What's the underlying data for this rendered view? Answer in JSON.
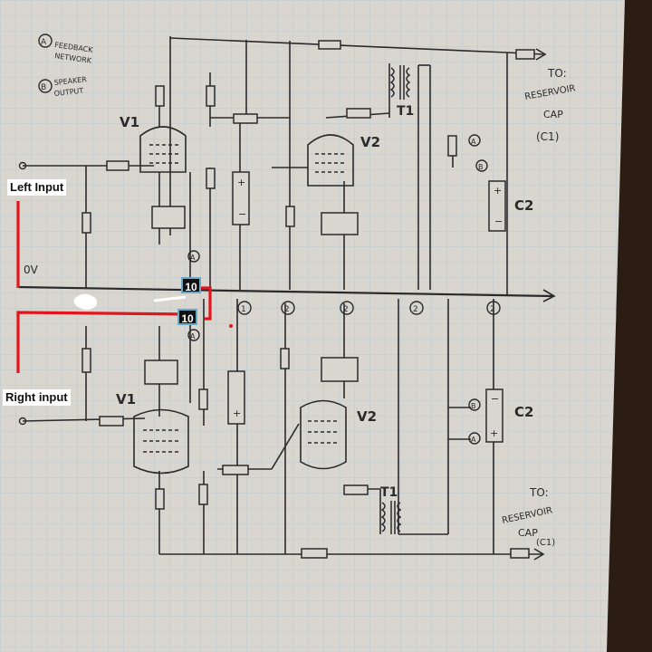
{
  "labels": {
    "left_input": "Left Input",
    "right_input": "Right input",
    "zero_volt": "0V",
    "resistor_top": "10",
    "resistor_bottom": "10"
  },
  "notes": {
    "a_line1": "FEEDBACK",
    "a_line2": "NETWORK",
    "b_line1": "SPEAKER",
    "b_line2": "OUTPUT",
    "a_mark": "A",
    "b_mark": "B"
  },
  "tubes": {
    "v1_top": "V1",
    "v2_top": "V2",
    "v1_bottom": "V1",
    "v2_bottom": "V2"
  },
  "transformers": {
    "t1_top": "T1",
    "t1_bottom": "T1"
  },
  "caps": {
    "c2_top": "C2",
    "c2_bottom": "C2"
  },
  "to_reservoir_top": [
    "TO:",
    "RESERVOIR",
    "CAP",
    "(C1)"
  ],
  "to_reservoir_bottom": [
    "TO:",
    "RESERVOIR",
    "CAP",
    "(C1)"
  ],
  "nodes": {
    "n1": "1",
    "n2a": "2",
    "n2b": "2",
    "n2c": "2",
    "n2d": "2"
  },
  "connector_marks": {
    "a1": "A",
    "b1": "B",
    "b2": "B",
    "a2": "A",
    "a3": "A",
    "a4": "A"
  },
  "colors": {
    "paper": "#d9d6cf",
    "grid": "#b7c3cf",
    "ink": "#2a2a2a",
    "red_wire": "#e0161c",
    "background": "#2b1d14"
  }
}
